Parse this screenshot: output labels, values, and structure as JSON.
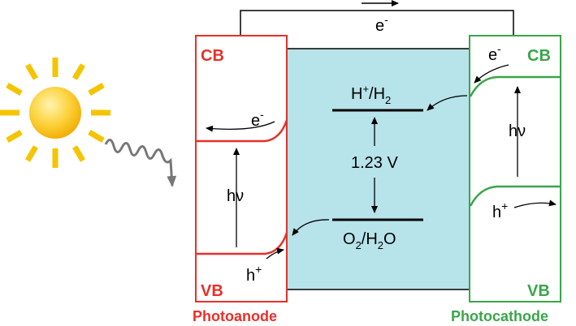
{
  "photoanode": {
    "cb_label": "CB",
    "vb_label": "VB",
    "name": "Photoanode",
    "electron_label": "e",
    "electron_sup": "-",
    "hole_label": "h",
    "hole_sup": "+",
    "hv_label": "hν",
    "color": "#e8302a"
  },
  "photocathode": {
    "cb_label": "CB",
    "vb_label": "VB",
    "name": "Photocathode",
    "electron_label": "e",
    "electron_sup": "-",
    "hole_label": "h",
    "hole_sup": "+",
    "hv_label": "hν",
    "color": "#3aa54a"
  },
  "circuit": {
    "electron_label": "e",
    "electron_sup": "-"
  },
  "electrolyte": {
    "color": "#b7e3ea",
    "upper_couple": {
      "a": "H",
      "a_sup": "+",
      "b": "/H",
      "b_sub": "2"
    },
    "lower_couple": {
      "a": "O",
      "a_sub": "2",
      "b": "/H",
      "b_sub": "2",
      "c": "O"
    },
    "potential_label": "1.23 V"
  },
  "sun": {
    "color": "#f7b800",
    "ray_color": "#f5c400"
  },
  "light_wave_color": "#777777"
}
